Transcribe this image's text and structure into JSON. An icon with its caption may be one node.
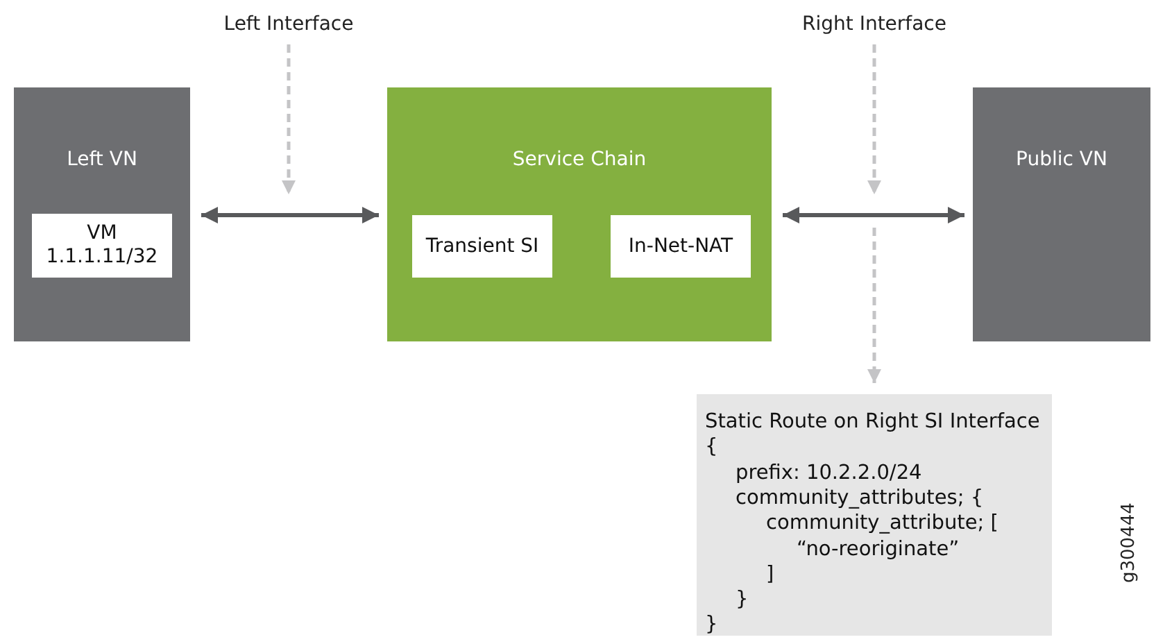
{
  "diagram": {
    "nodes": [
      {
        "text": [
          "Left VN"
        ]
      },
      {
        "text": [
          "VM 1.1.1.11/32"
        ],
        "in": 0
      },
      {
        "text": [
          "Service Chain"
        ]
      },
      {
        "text": [
          "Transient SI"
        ],
        "in": 2
      },
      {
        "text": [
          "In-Net-NAT"
        ],
        "in": 2
      },
      {
        "text": [
          "Public VN"
        ]
      },
      {
        "text": [
          "Left Interface"
        ]
      },
      {
        "text": [
          "Right Interface"
        ]
      },
      {
        "text": [
          "Static Route on Right SI Interface",
          "{",
          "prefix: 10.2.2.0/24",
          "community_attributes; {",
          "community_attribute; [",
          "“no-reoriginate”",
          "]",
          "}",
          "}"
        ]
      }
    ],
    "edges": [
      {
        "from": 0,
        "to": 2,
        "arrow": "both",
        "color": "#58595b"
      },
      {
        "from": 2,
        "to": 5,
        "arrow": "both",
        "color": "#58595b"
      },
      {
        "from": 6,
        "to": null,
        "arrow": "to",
        "style": "dashed",
        "color": "#c4c4c6"
      },
      {
        "from": 7,
        "to": null,
        "arrow": "to",
        "style": "dashed",
        "color": "#c4c4c6"
      },
      {
        "from": null,
        "to": 8,
        "arrow": "to",
        "style": "dashed",
        "color": "#c4c4c6"
      }
    ],
    "labels": [
      "g300444"
    ]
  }
}
